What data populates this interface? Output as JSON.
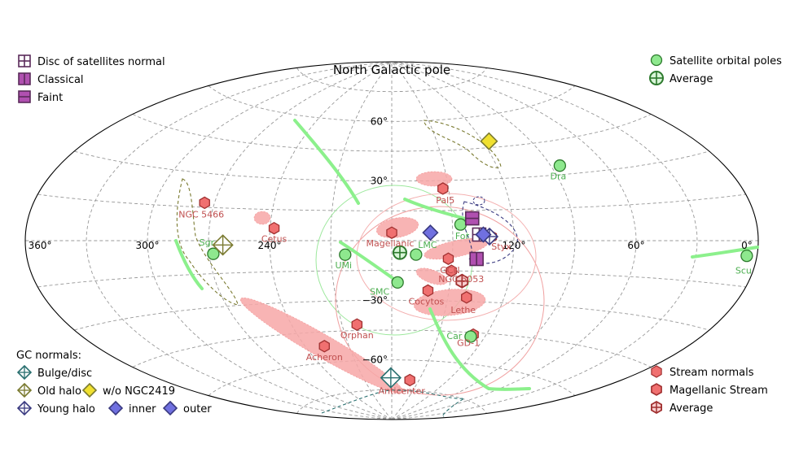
{
  "chart_data": {
    "type": "scatter",
    "projection": "aitoff",
    "title": "North Galactic pole",
    "longitude_ticks": [
      {
        "lon": 360,
        "label": "360°"
      },
      {
        "lon": 300,
        "label": "300°"
      },
      {
        "lon": 240,
        "label": "240°"
      },
      {
        "lon": 120,
        "label": "120°"
      },
      {
        "lon": 60,
        "label": "60°"
      },
      {
        "lon": 0,
        "label": "0°"
      }
    ],
    "latitude_ticks": [
      {
        "lat": 60,
        "label": "60°"
      },
      {
        "lat": 30,
        "label": "30°"
      },
      {
        "lat": -30,
        "label": "−30°"
      },
      {
        "lat": -60,
        "label": "−60°"
      }
    ],
    "grid": true,
    "colors": {
      "satellite": "#8ee88e",
      "satellite_edge": "#2d7a2d",
      "satellite_label": "#4caf50",
      "stream": "#f07070",
      "stream_edge": "#a03030",
      "stream_label": "#c05050",
      "disc": "#b050b0",
      "disc_edge": "#5a2a5a",
      "old_halo": "#7a7a30",
      "old_halo_fill": "#f0e030",
      "young_halo": "#3a3a80",
      "young_halo_fill": "#7070e0",
      "bulge": "#2a7070",
      "uncertainty_fill": "#f7a8a8",
      "great_circle": "#8cf08c"
    },
    "satellites": [
      {
        "name": "Dra",
        "lon": 85,
        "lat": 34
      },
      {
        "name": "For",
        "lon": 146,
        "lat": 8
      },
      {
        "name": "LMC",
        "lon": 168,
        "lat": -7
      },
      {
        "name": "UMi",
        "lon": 203,
        "lat": -7
      },
      {
        "name": "SMC",
        "lon": 177,
        "lat": -21
      },
      {
        "name": "Car",
        "lon": 129,
        "lat": -47
      },
      {
        "name": "Sgr",
        "lon": 268,
        "lat": -6
      },
      {
        "name": "Scu",
        "lon": 5,
        "lat": -5
      }
    ],
    "satellite_average": {
      "name": "",
      "lon": 176,
      "lat": -6
    },
    "streams": [
      {
        "name": "Pal5",
        "lon": 153,
        "lat": 26
      },
      {
        "name": "NGC 5466",
        "lon": 275,
        "lat": 17
      },
      {
        "name": "Cetus",
        "lon": 238,
        "lat": 6
      },
      {
        "name": "Magellanic",
        "lon": 180,
        "lat": 4
      },
      {
        "name": "GCN",
        "lon": 152,
        "lat": -9
      },
      {
        "name": "Styx",
        "lon": 131,
        "lat": 2
      },
      {
        "name": "NGC 5053",
        "lon": 150,
        "lat": -15
      },
      {
        "name": "Cocytos",
        "lon": 161,
        "lat": -25
      },
      {
        "name": "Lethe",
        "lon": 140,
        "lat": -28
      },
      {
        "name": "Orphan",
        "lon": 201,
        "lat": -42
      },
      {
        "name": "Acheron",
        "lon": 227,
        "lat": -52
      },
      {
        "name": "GD-1",
        "lon": 128,
        "lat": -46
      },
      {
        "name": "Anticenter",
        "lon": 160,
        "lat": -70
      }
    ],
    "stream_average": {
      "name": "",
      "lon": 144,
      "lat": -20
    },
    "disc_normals": [
      {
        "kind": "all",
        "lon": 137,
        "lat": 3
      },
      {
        "kind": "classical",
        "lon": 138,
        "lat": -9
      },
      {
        "kind": "faint",
        "lon": 140,
        "lat": 11
      }
    ],
    "gc_normals": [
      {
        "kind": "bulge",
        "lon": 181,
        "lat": -69
      },
      {
        "kind": "old",
        "lon": 263,
        "lat": -2
      },
      {
        "kind": "old_wo",
        "lon": 116,
        "lat": 48
      },
      {
        "kind": "young",
        "lon": 132,
        "lat": 2
      },
      {
        "kind": "inner",
        "lon": 135,
        "lat": 3
      },
      {
        "kind": "outer",
        "lon": 161,
        "lat": 4
      }
    ],
    "legend_satellites": {
      "position": "top-right",
      "items": [
        "Satellite orbital poles",
        "Average"
      ]
    },
    "legend_disc": {
      "position": "top-left",
      "items": [
        "Disc of satellites normal",
        "Classical",
        "Faint"
      ]
    },
    "legend_gc": {
      "position": "bottom-left",
      "title": "GC normals:",
      "items": [
        "Bulge/disc",
        "Old halo",
        "w/o NGC2419",
        "Young halo",
        "inner",
        "outer"
      ]
    },
    "legend_streams": {
      "position": "bottom-right",
      "items": [
        "Stream normals",
        "Magellanic Stream",
        "Average"
      ]
    }
  }
}
